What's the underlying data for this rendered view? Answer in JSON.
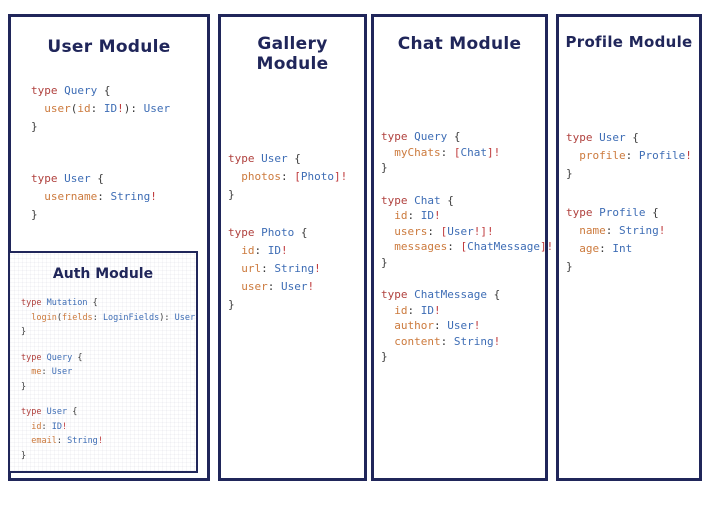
{
  "colors": {
    "border_navy": "#20265a",
    "title_navy": "#20265a",
    "syntax_keyword_red": "#b0413e",
    "syntax_type_blue": "#3e6db5",
    "syntax_field_orange": "#cc7a3d",
    "syntax_punct_dark": "#3b3b3b",
    "syntax_bang_red": "#bf3a3c",
    "background": "#ffffff"
  },
  "panels": {
    "user": {
      "title": "User Module",
      "blocks": [
        [
          [
            [
              "kw",
              "type "
            ],
            [
              "typ",
              "Query "
            ],
            [
              "pun",
              "{"
            ]
          ],
          [
            [
              "pun",
              "  "
            ],
            [
              "fld",
              "user"
            ],
            [
              "pun",
              "("
            ],
            [
              "fld",
              "id"
            ],
            [
              "pun",
              ": "
            ],
            [
              "typ",
              "ID"
            ],
            [
              "bang",
              "!"
            ],
            [
              "pun",
              "): "
            ],
            [
              "typ",
              "User"
            ]
          ],
          [
            [
              "pun",
              "}"
            ]
          ]
        ],
        [
          [
            [
              "kw",
              "type "
            ],
            [
              "typ",
              "User "
            ],
            [
              "pun",
              "{"
            ]
          ],
          [
            [
              "pun",
              "  "
            ],
            [
              "fld",
              "username"
            ],
            [
              "pun",
              ": "
            ],
            [
              "typ",
              "String"
            ],
            [
              "bang",
              "!"
            ]
          ],
          [
            [
              "pun",
              "}"
            ]
          ]
        ]
      ]
    },
    "auth": {
      "title": "Auth Module",
      "blocks": [
        [
          [
            [
              "kw",
              "type "
            ],
            [
              "typ",
              "Mutation "
            ],
            [
              "pun",
              "{"
            ]
          ],
          [
            [
              "pun",
              "  "
            ],
            [
              "fld",
              "login"
            ],
            [
              "pun",
              "("
            ],
            [
              "fld",
              "fields"
            ],
            [
              "pun",
              ": "
            ],
            [
              "typ",
              "LoginFields"
            ],
            [
              "pun",
              "): "
            ],
            [
              "typ",
              "User"
            ]
          ],
          [
            [
              "pun",
              "}"
            ]
          ]
        ],
        [
          [
            [
              "kw",
              "type "
            ],
            [
              "typ",
              "Query "
            ],
            [
              "pun",
              "{"
            ]
          ],
          [
            [
              "pun",
              "  "
            ],
            [
              "fld",
              "me"
            ],
            [
              "pun",
              ": "
            ],
            [
              "typ",
              "User"
            ]
          ],
          [
            [
              "pun",
              "}"
            ]
          ]
        ],
        [
          [
            [
              "kw",
              "type "
            ],
            [
              "typ",
              "User "
            ],
            [
              "pun",
              "{"
            ]
          ],
          [
            [
              "pun",
              "  "
            ],
            [
              "fld",
              "id"
            ],
            [
              "pun",
              ": "
            ],
            [
              "typ",
              "ID"
            ],
            [
              "bang",
              "!"
            ]
          ],
          [
            [
              "pun",
              "  "
            ],
            [
              "fld",
              "email"
            ],
            [
              "pun",
              ": "
            ],
            [
              "typ",
              "String"
            ],
            [
              "bang",
              "!"
            ]
          ],
          [
            [
              "pun",
              "}"
            ]
          ]
        ]
      ]
    },
    "gallery": {
      "title": "Gallery Module",
      "blocks": [
        [
          [
            [
              "kw",
              "type "
            ],
            [
              "typ",
              "User "
            ],
            [
              "pun",
              "{"
            ]
          ],
          [
            [
              "pun",
              "  "
            ],
            [
              "fld",
              "photos"
            ],
            [
              "pun",
              ": "
            ],
            [
              "bang",
              "["
            ],
            [
              "typ",
              "Photo"
            ],
            [
              "bang",
              "]!"
            ]
          ],
          [
            [
              "pun",
              "}"
            ]
          ]
        ],
        [
          [
            [
              "kw",
              "type "
            ],
            [
              "typ",
              "Photo "
            ],
            [
              "pun",
              "{"
            ]
          ],
          [
            [
              "pun",
              "  "
            ],
            [
              "fld",
              "id"
            ],
            [
              "pun",
              ": "
            ],
            [
              "typ",
              "ID"
            ],
            [
              "bang",
              "!"
            ]
          ],
          [
            [
              "pun",
              "  "
            ],
            [
              "fld",
              "url"
            ],
            [
              "pun",
              ": "
            ],
            [
              "typ",
              "String"
            ],
            [
              "bang",
              "!"
            ]
          ],
          [
            [
              "pun",
              "  "
            ],
            [
              "fld",
              "user"
            ],
            [
              "pun",
              ": "
            ],
            [
              "typ",
              "User"
            ],
            [
              "bang",
              "!"
            ]
          ],
          [
            [
              "pun",
              "}"
            ]
          ]
        ]
      ]
    },
    "chat": {
      "title": "Chat Module",
      "blocks": [
        [
          [
            [
              "kw",
              "type "
            ],
            [
              "typ",
              "Query "
            ],
            [
              "pun",
              "{"
            ]
          ],
          [
            [
              "pun",
              "  "
            ],
            [
              "fld",
              "myChats"
            ],
            [
              "pun",
              ": "
            ],
            [
              "bang",
              "["
            ],
            [
              "typ",
              "Chat"
            ],
            [
              "bang",
              "]!"
            ]
          ],
          [
            [
              "pun",
              "}"
            ]
          ]
        ],
        [
          [
            [
              "kw",
              "type "
            ],
            [
              "typ",
              "Chat "
            ],
            [
              "pun",
              "{"
            ]
          ],
          [
            [
              "pun",
              "  "
            ],
            [
              "fld",
              "id"
            ],
            [
              "pun",
              ": "
            ],
            [
              "typ",
              "ID"
            ],
            [
              "bang",
              "!"
            ]
          ],
          [
            [
              "pun",
              "  "
            ],
            [
              "fld",
              "users"
            ],
            [
              "pun",
              ": "
            ],
            [
              "bang",
              "["
            ],
            [
              "typ",
              "User"
            ],
            [
              "bang",
              "!]!"
            ]
          ],
          [
            [
              "pun",
              "  "
            ],
            [
              "fld",
              "messages"
            ],
            [
              "pun",
              ": "
            ],
            [
              "bang",
              "["
            ],
            [
              "typ",
              "ChatMessage"
            ],
            [
              "bang",
              "]!"
            ]
          ],
          [
            [
              "pun",
              "}"
            ]
          ]
        ],
        [
          [
            [
              "kw",
              "type "
            ],
            [
              "typ",
              "ChatMessage "
            ],
            [
              "pun",
              "{"
            ]
          ],
          [
            [
              "pun",
              "  "
            ],
            [
              "fld",
              "id"
            ],
            [
              "pun",
              ": "
            ],
            [
              "typ",
              "ID"
            ],
            [
              "bang",
              "!"
            ]
          ],
          [
            [
              "pun",
              "  "
            ],
            [
              "fld",
              "author"
            ],
            [
              "pun",
              ": "
            ],
            [
              "typ",
              "User"
            ],
            [
              "bang",
              "!"
            ]
          ],
          [
            [
              "pun",
              "  "
            ],
            [
              "fld",
              "content"
            ],
            [
              "pun",
              ": "
            ],
            [
              "typ",
              "String"
            ],
            [
              "bang",
              "!"
            ]
          ],
          [
            [
              "pun",
              "}"
            ]
          ]
        ]
      ]
    },
    "profile": {
      "title": "Profile Module",
      "blocks": [
        [
          [
            [
              "kw",
              "type "
            ],
            [
              "typ",
              "User "
            ],
            [
              "pun",
              "{"
            ]
          ],
          [
            [
              "pun",
              "  "
            ],
            [
              "fld",
              "profile"
            ],
            [
              "pun",
              ": "
            ],
            [
              "typ",
              "Profile"
            ],
            [
              "bang",
              "!"
            ]
          ],
          [
            [
              "pun",
              "}"
            ]
          ]
        ],
        [
          [
            [
              "kw",
              "type "
            ],
            [
              "typ",
              "Profile "
            ],
            [
              "pun",
              "{"
            ]
          ],
          [
            [
              "pun",
              "  "
            ],
            [
              "fld",
              "name"
            ],
            [
              "pun",
              ": "
            ],
            [
              "typ",
              "String"
            ],
            [
              "bang",
              "!"
            ]
          ],
          [
            [
              "pun",
              "  "
            ],
            [
              "fld",
              "age"
            ],
            [
              "pun",
              ": "
            ],
            [
              "typ",
              "Int"
            ]
          ],
          [
            [
              "pun",
              "}"
            ]
          ]
        ]
      ]
    }
  }
}
